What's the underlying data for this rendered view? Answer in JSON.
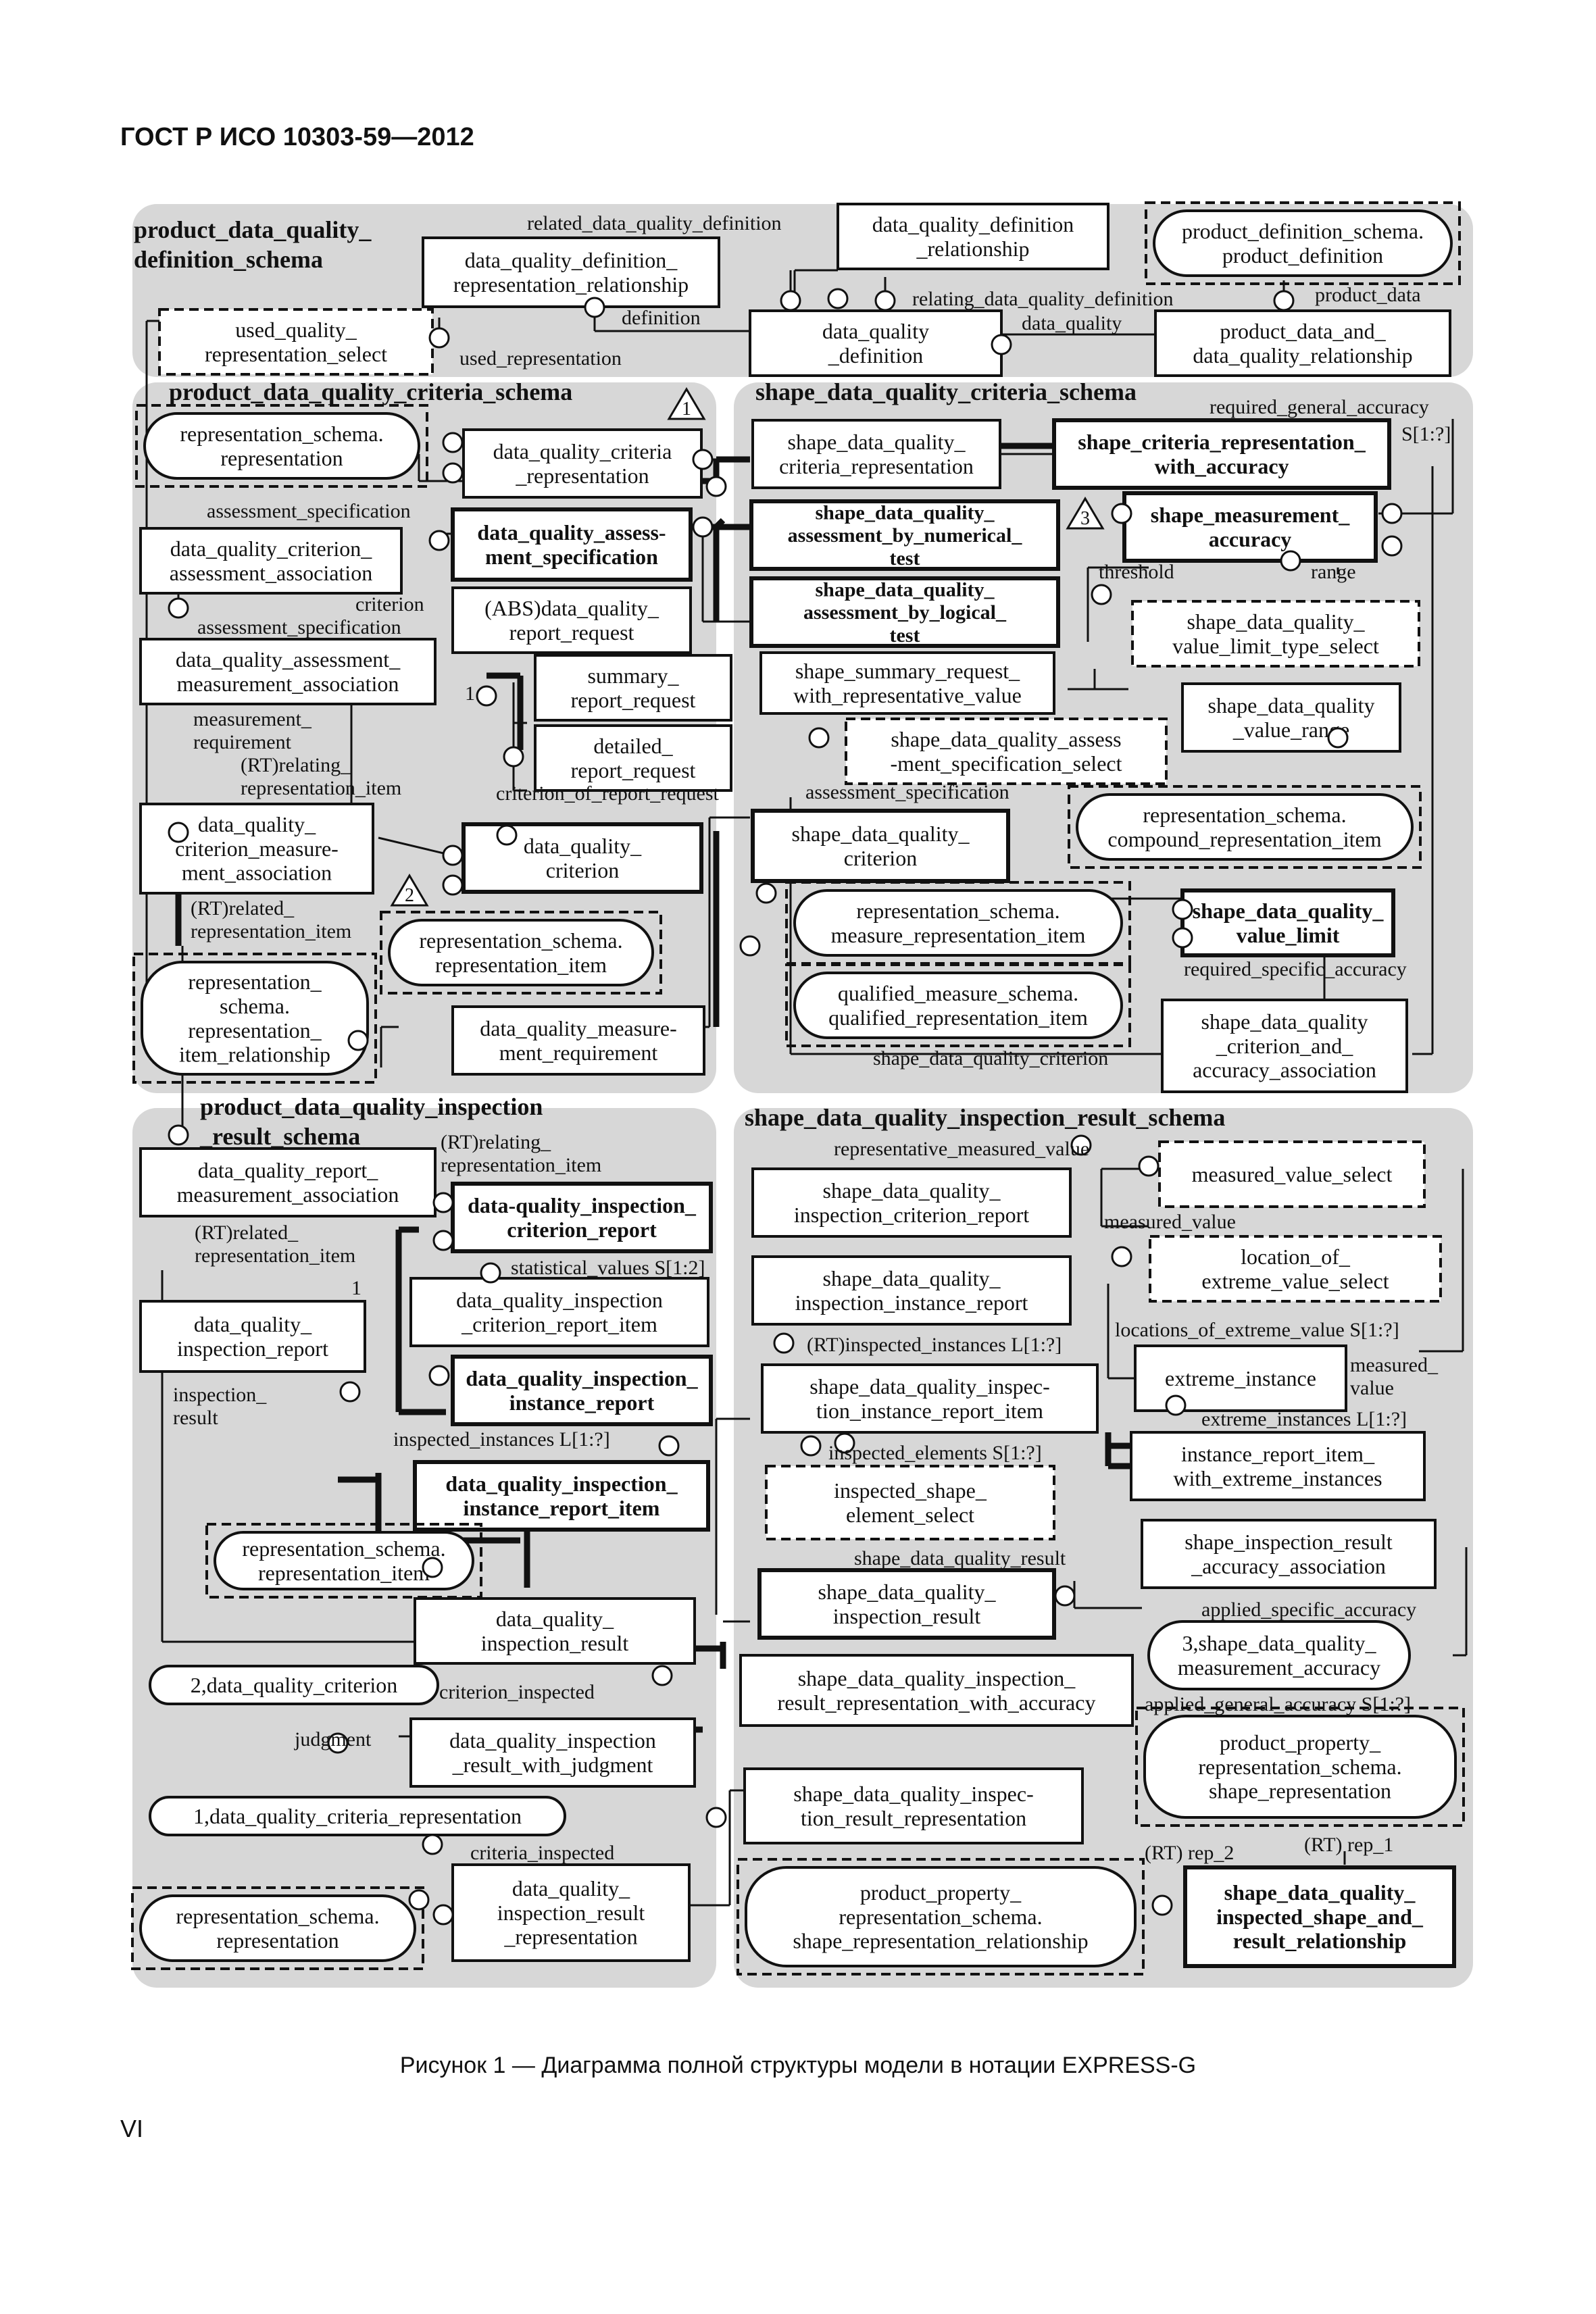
{
  "header": {
    "standard": "ГОСТ Р ИСО 10303-59—2012"
  },
  "caption": "Рисунок 1 — Диаграмма полной структуры модели в нотации EXPRESS-G",
  "page_number": "VI",
  "colors": {
    "panel": "#d7d7d7",
    "box_fill": "#ffffff",
    "line": "#111111"
  },
  "schemas": {
    "definition": [
      "product_data_quality_",
      "definition_schema"
    ],
    "criteria": "product_data_quality_criteria_schema",
    "shape_criteria": "shape_data_quality_criteria_schema",
    "inspection": [
      "product_data_quality_inspection",
      "_result_schema"
    ],
    "shape_inspection": "shape_data_quality_inspection_result_schema"
  },
  "entities": {
    "dq_def_rel": [
      "data_quality_definition",
      "_relationship"
    ],
    "dq_def_rep_rel": [
      "data_quality_definition_",
      "representation_relationship"
    ],
    "pds_product_definition": [
      "product_definition_schema.",
      "product_definition"
    ],
    "used_quality_rep_select": [
      "used_quality_",
      "representation_select"
    ],
    "dq_definition": [
      "data_quality",
      "_definition"
    ],
    "product_data_and_dq_rel": [
      "product_data_and_",
      "data_quality_relationship"
    ],
    "rs_representation_1": [
      "representation_schema.",
      "representation"
    ],
    "dq_criteria_rep": [
      "data_quality_criteria",
      "_representation"
    ],
    "dq_criterion_assessment_assoc": [
      "data_quality_criterion_",
      "assessment_association"
    ],
    "dq_assessment_spec": [
      "data_quality_assess-",
      "ment_specification"
    ],
    "abs_dq_report_request": [
      "(ABS)data_quality_",
      "report_request"
    ],
    "dq_assessment_measurement_assoc": [
      "data_quality_assessment_",
      "measurement_association"
    ],
    "summary_report_request": [
      "summary_",
      "report_request"
    ],
    "detailed_report_request": [
      "detailed_",
      "report_request"
    ],
    "dq_criterion_measurement_assoc": [
      "data_quality_",
      "criterion_measure-",
      "ment_association"
    ],
    "dq_criterion": [
      "data_quality_",
      "criterion"
    ],
    "rs_representation_item_1": [
      "representation_schema.",
      "representation_item"
    ],
    "rs_representation_item_relationship": [
      "representation_",
      "schema.",
      "representation_",
      "item_relationship"
    ],
    "dq_measurement_requirement": [
      "data_quality_measure-",
      "ment_requirement"
    ],
    "sdq_criteria_rep": [
      "shape_data_quality_",
      "criteria_representation"
    ],
    "shape_criteria_rep_with_accuracy": [
      "shape_criteria_representation_",
      "with_accuracy"
    ],
    "sdq_assessment_by_numerical_test": [
      "shape_data_quality_",
      "assessment_by_numerical_",
      "test"
    ],
    "shape_measurement_accuracy": [
      "shape_measurement_",
      "accuracy"
    ],
    "sdq_assessment_by_logical_test": [
      "shape_data_quality_",
      "assessment_by_logical_",
      "test"
    ],
    "sdq_value_limit_type_select": [
      "shape_data_quality_",
      "value_limit_type_select"
    ],
    "shape_summary_request": [
      "shape_summary_request_",
      "with_representative_value"
    ],
    "sdq_value_range": [
      "shape_data_quality",
      "_value_range"
    ],
    "sdq_assessment_spec_select": [
      "shape_data_quality_assess",
      "-ment_specification_select"
    ],
    "rs_compound_representation_item": [
      "representation_schema.",
      "compound_representation_item"
    ],
    "sdq_criterion": [
      "shape_data_quality_",
      "criterion"
    ],
    "rs_measure_representation_item": [
      "representation_schema.",
      "measure_representation_item"
    ],
    "sdq_value_limit": [
      "shape_data_quality_",
      "value_limit"
    ],
    "qms_qualified_representation_item": [
      "qualified_measure_schema.",
      "qualified_representation_item"
    ],
    "sdq_criterion_and_accuracy_assoc": [
      "shape_data_quality",
      "_criterion_and_",
      "accuracy_association"
    ],
    "dq_report_measurement_assoc": [
      "data_quality_report_",
      "measurement_association"
    ],
    "dq_inspection_criterion_report": [
      "data-quality_inspection_",
      "criterion_report"
    ],
    "dq_inspection_criterion_report_item": [
      "data_quality_inspection",
      "_criterion_report_item"
    ],
    "dq_inspection_report": [
      "data_quality_",
      "inspection_report"
    ],
    "dq_inspection_instance_report": [
      "data_quality_inspection_",
      "instance_report"
    ],
    "dq_inspection_instance_report_item": [
      "data_quality_inspection_",
      "instance_report_item"
    ],
    "rs_representation_item_2": [
      "representation_schema.",
      "representation_item"
    ],
    "dq_inspection_result": [
      "data_quality_",
      "inspection_result"
    ],
    "ref_2_dq_criterion": "2,data_quality_criterion",
    "dq_inspection_result_with_judgment": [
      "data_quality_inspection",
      "_result_with_judgment"
    ],
    "ref_1_dq_criteria_representation": "1,data_quality_criteria_representation",
    "dq_inspection_result_representation": [
      "data_quality_",
      "inspection_result",
      "_representation"
    ],
    "rs_representation_2": [
      "representation_schema.",
      "representation"
    ],
    "sdq_inspection_criterion_report": [
      "shape_data_quality_",
      "inspection_criterion_report"
    ],
    "measured_value_select": "measured_value_select",
    "sdq_inspection_instance_report": [
      "shape_data_quality_",
      "inspection_instance_report"
    ],
    "location_of_extreme_value_select": [
      "location_of_",
      "extreme_value_select"
    ],
    "sdq_inspection_instance_report_item": [
      "shape_data_quality_inspec-",
      "tion_instance_report_item"
    ],
    "extreme_instance": "extreme_instance",
    "instance_report_item_with_extreme": [
      "instance_report_item_",
      "with_extreme_instances"
    ],
    "inspected_shape_element_select": [
      "inspected_shape_",
      "element_select"
    ],
    "shape_inspection_result_accuracy_assoc": [
      "shape_inspection_result",
      "_accuracy_association"
    ],
    "sdq_inspection_result": [
      "shape_data_quality_",
      "inspection_result"
    ],
    "ref_3_shape_measurement_accuracy": [
      "3,shape_data_quality_",
      "measurement_accuracy"
    ],
    "sdq_inspection_result_rep_with_accuracy": [
      "shape_data_quality_inspection_",
      "result_representation_with_accuracy"
    ],
    "pprs_shape_representation": [
      "product_property_",
      "representation_schema.",
      "shape_representation"
    ],
    "sdq_inspection_result_representation": [
      "shape_data_quality_inspec-",
      "tion_result_representation"
    ],
    "pprs_shape_representation_relationship": [
      "product_property_",
      "representation_schema.",
      "shape_representation_relationship"
    ],
    "sdq_inspected_shape_and_result_rel": [
      "shape_data_quality_",
      "inspected_shape_and_",
      "result_relationship"
    ]
  },
  "labels": {
    "related_dq_definition": "related_data_quality_definition",
    "relating_dq_definition": "relating_data_quality_definition",
    "product_data": "product_data",
    "definition": "definition",
    "data_quality": "data_quality",
    "used_representation": "used_representation",
    "assessment_specification_1": "assessment_specification",
    "criterion": "criterion",
    "assessment_specification_2": "assessment_specification",
    "measurement_requirement": [
      "measurement_",
      "requirement"
    ],
    "rt_relating_rep_item_1": [
      "(RT)relating_",
      "representation_item"
    ],
    "one_1": "1",
    "criterion_of_report_request": "criterion_of_report_request",
    "rt_related_rep_item_1": [
      "(RT)related_",
      "representation_item"
    ],
    "required_general_accuracy": "required_general_accuracy",
    "s1_1": "S[1:?]",
    "threshold": "threshold",
    "range": "range",
    "assessment_specification_3": "assessment_specification",
    "required_specific_accuracy": "required_specific_accuracy",
    "shape_dq_criterion": "shape_data_quality_criterion",
    "rt_relating_rep_item_2": [
      "(RT)relating_",
      "representation_item"
    ],
    "rt_related_rep_item_2": [
      "(RT)related_",
      "representation_item"
    ],
    "statistical_values": "statistical_values S[1:2]",
    "one_2": "1",
    "inspection_result": [
      "inspection_",
      "result"
    ],
    "inspected_instances_1": "inspected_instances L[1:?]",
    "criterion_inspected": "criterion_inspected",
    "judgment": "judgment",
    "criteria_inspected": "criteria_inspected",
    "representative_measured_value": "representative_measured_value",
    "measured_value_1": "measured_value",
    "locations_of_extreme_value": "locations_of_extreme_value S[1:?]",
    "rt_inspected_instances": "(RT)inspected_instances L[1:?]",
    "measured_value_2": [
      "measured_",
      "value"
    ],
    "extreme_instances": "extreme_instances L[1:?]",
    "inspected_elements": "inspected_elements S[1:?]",
    "shape_dq_result": "shape_data_quality_result",
    "applied_specific_accuracy": "applied_specific_accuracy",
    "applied_general_accuracy": "applied_general_accuracy S[1:?]",
    "rt_rep_2": "(RT) rep_2",
    "rt_rep_1": "(RT) rep_1"
  },
  "page_refs": [
    "1",
    "2",
    "3"
  ]
}
